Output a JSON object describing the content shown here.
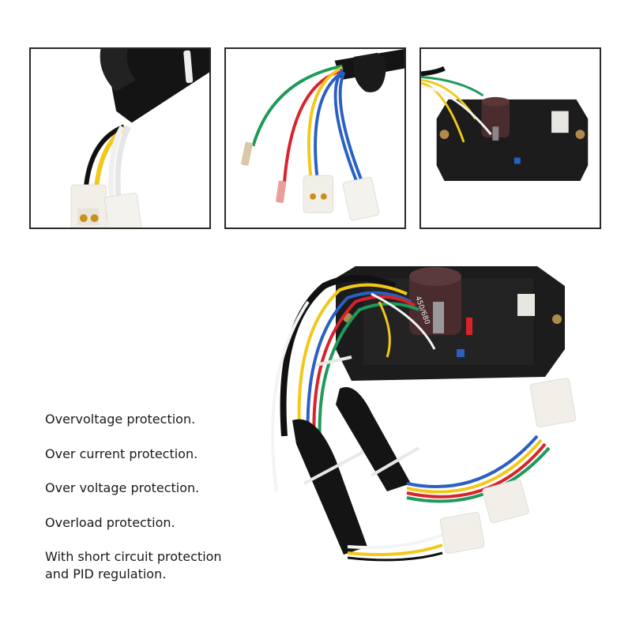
{
  "thumbnails": [
    {
      "label": "Connector close-up: black, yellow, white wires with two white plugs"
    },
    {
      "label": "Connector close-up: green, red, yellow, blue wires with spade terminals and plugs"
    },
    {
      "label": "AVR module top view"
    }
  ],
  "main_image": {
    "label": "AVR automatic voltage regulator module with wiring harness",
    "capacitor_marking": "450/680"
  },
  "features": [
    "Overvoltage protection.",
    "Over current protection.",
    "Over voltage protection.",
    "Overload protection.",
    "With short circuit protection and PID regulation."
  ],
  "colors": {
    "frame": "#2a2a2a",
    "text": "#1a1a1a",
    "module_body": "#1c1c1c",
    "capacitor": "#4a2c2e",
    "wire_yellow": "#f2c81a",
    "wire_red": "#d8232a",
    "wire_blue": "#2a5fc4",
    "wire_green": "#1f9a5a",
    "wire_white": "#f4f4f4",
    "wire_black": "#111111",
    "connector": "#f1efe8"
  }
}
